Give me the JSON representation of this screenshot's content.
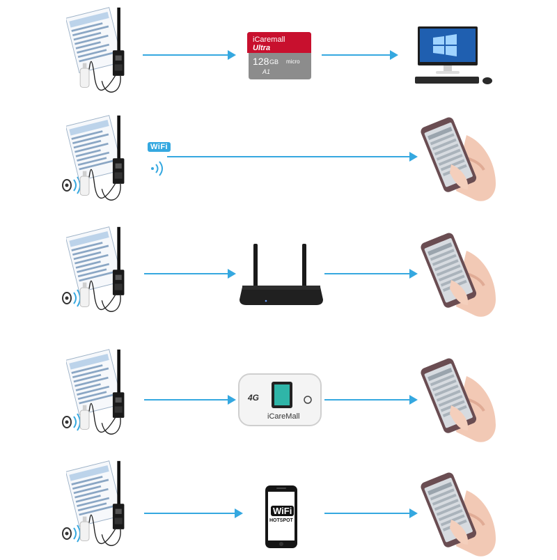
{
  "sd_card": {
    "brand": "iCaremall",
    "line": "Ultra",
    "capacity": "128",
    "unit": "GB",
    "class_mark": "A1",
    "logo_text": "micro"
  },
  "wifi_badge": "WiFi",
  "mifi": {
    "network": "4G",
    "brand": "iCareMall"
  },
  "phone_hotspot": {
    "title": "WiFi",
    "subtitle": "HOTSPOT"
  },
  "colors": {
    "arrow": "#35a8e0",
    "sd_red": "#c8102e",
    "sd_gray": "#8c8c8c"
  },
  "rows": [
    {
      "id": "sd-to-pc"
    },
    {
      "id": "wifi-direct"
    },
    {
      "id": "router"
    },
    {
      "id": "mifi"
    },
    {
      "id": "phone-hotspot"
    }
  ]
}
